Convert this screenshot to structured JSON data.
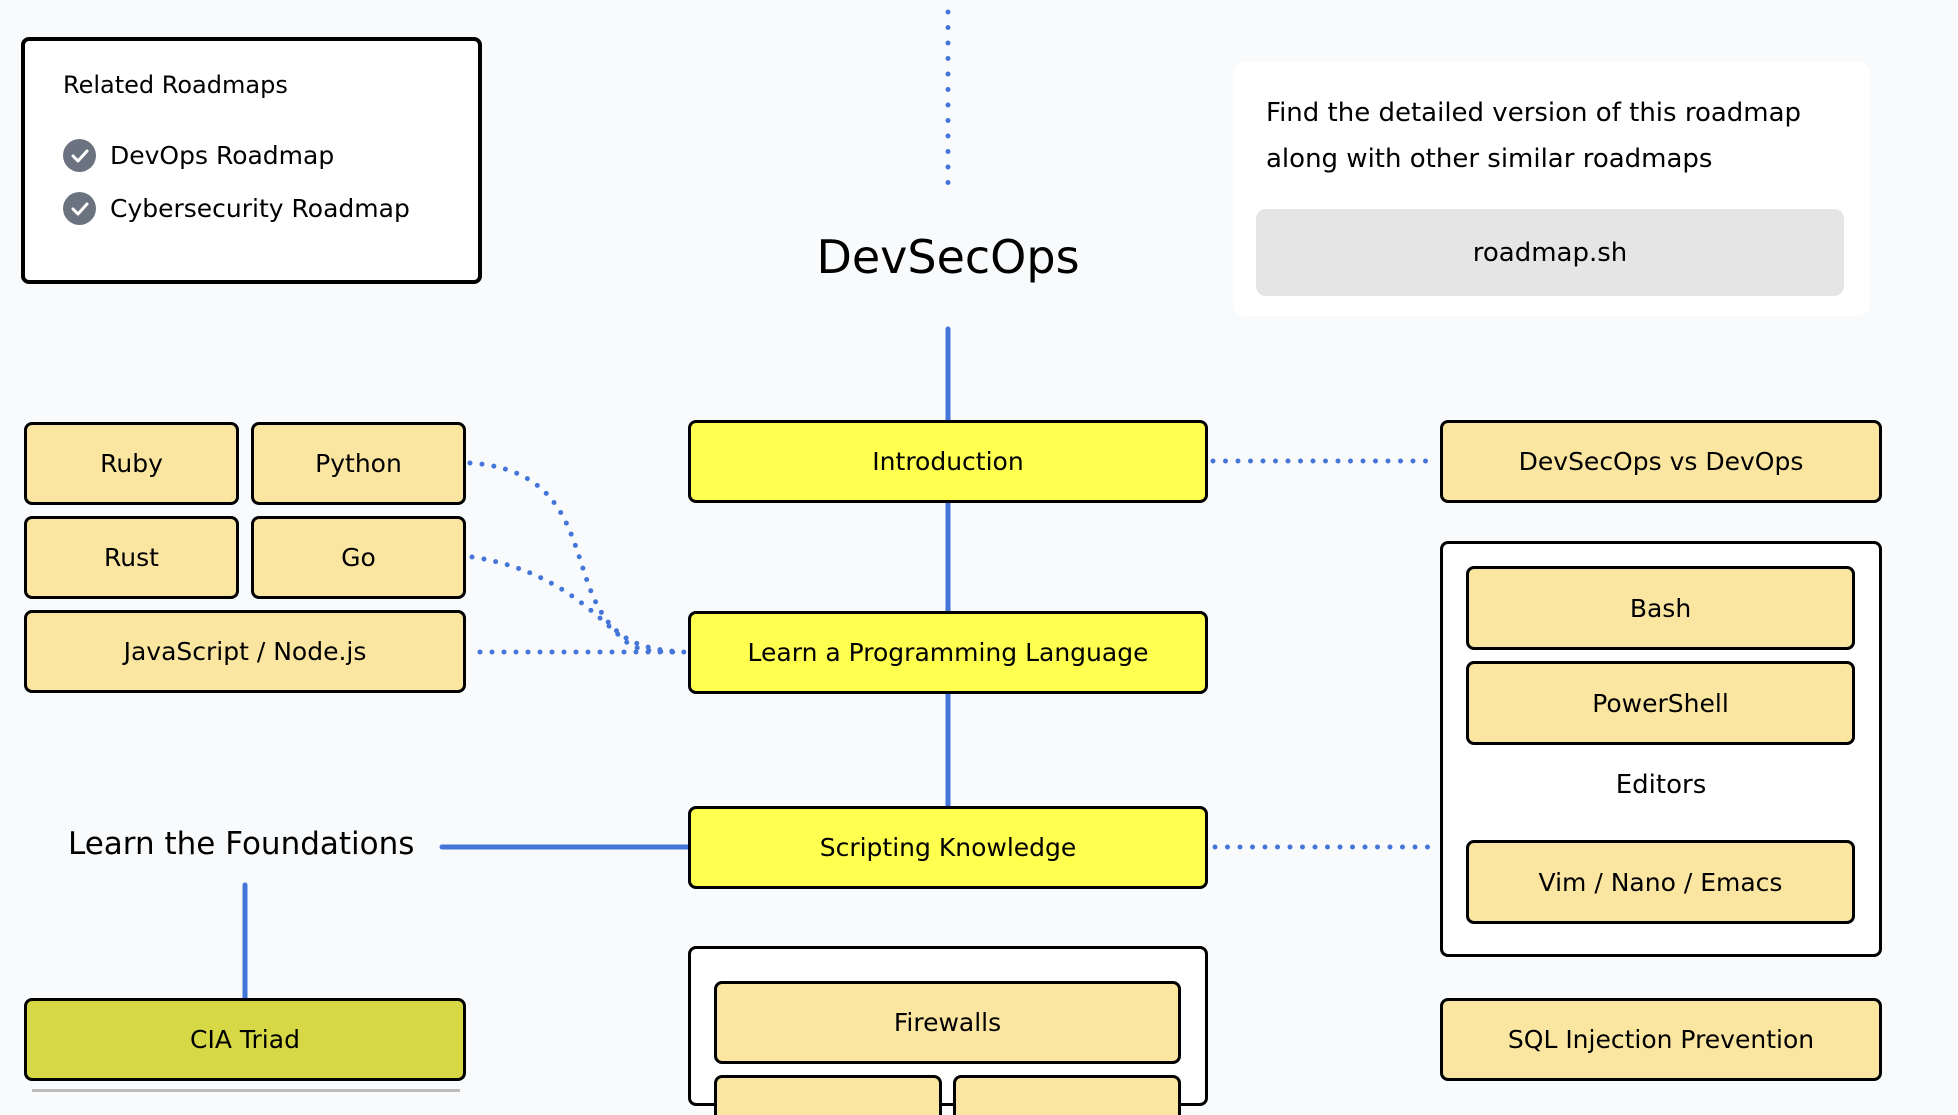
{
  "related": {
    "heading": "Related Roadmaps",
    "items": [
      {
        "label": "DevOps Roadmap",
        "icon": "check-circle-icon"
      },
      {
        "label": "Cybersecurity Roadmap",
        "icon": "check-circle-icon"
      }
    ]
  },
  "promo": {
    "text_line1": "Find the detailed version of this roadmap",
    "text_line2": "along with other similar roadmaps",
    "button_label": "roadmap.sh"
  },
  "title": "DevSecOps",
  "main_nodes": {
    "introduction": "Introduction",
    "programming": "Learn a Programming Language",
    "scripting": "Scripting Knowledge"
  },
  "languages": [
    "Ruby",
    "Python",
    "Rust",
    "Go",
    "JavaScript / Node.js"
  ],
  "intro_side": "DevSecOps vs DevOps",
  "scripting_group": {
    "items": [
      "Bash",
      "PowerShell"
    ],
    "editors_label": "Editors",
    "editors": "Vim / Nano / Emacs"
  },
  "foundations": {
    "label": "Learn the Foundations",
    "cia": "CIA Triad"
  },
  "networking_group": {
    "items": [
      "Firewalls"
    ]
  },
  "sql": "SQL Injection Prevention",
  "colors": {
    "main": "#ffff50",
    "sub": "#fbe6a1",
    "fundamental": "#d6d845",
    "connector": "#4475d8"
  }
}
